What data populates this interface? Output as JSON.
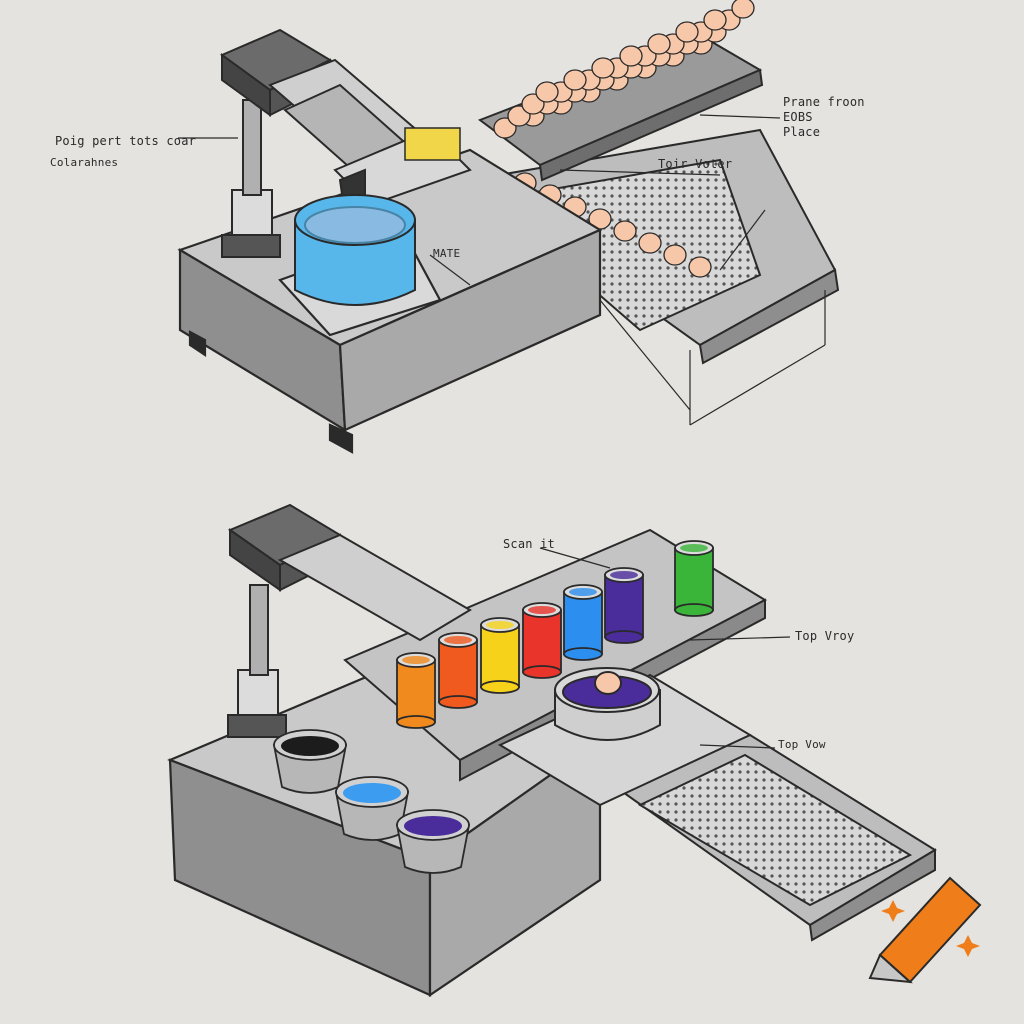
{
  "annotations": {
    "top_left_line1": "Poig pert tots coar",
    "top_left_line2": "Colarahnes",
    "top_right": "Prane froon\nEOBS\nPlace",
    "top_mid": "Toir Voter",
    "top_tank": "MATE",
    "bottom_scan": "Scan it",
    "bottom_right_top": "Top Vroy",
    "bottom_right_low": "Top Vow"
  },
  "dye_colors": [
    "#f08a1e",
    "#f05a1e",
    "#f6d31a",
    "#e8342a",
    "#2c8ff0",
    "#4a2c9a",
    "#3ab53a"
  ],
  "cup_colors": [
    "#1c1c1c",
    "#3b9cf0",
    "#4a2c9a"
  ],
  "water_color": "#57b6ea",
  "crayon_color": "#ef7d1a",
  "egg_color": "#f6c7a8"
}
